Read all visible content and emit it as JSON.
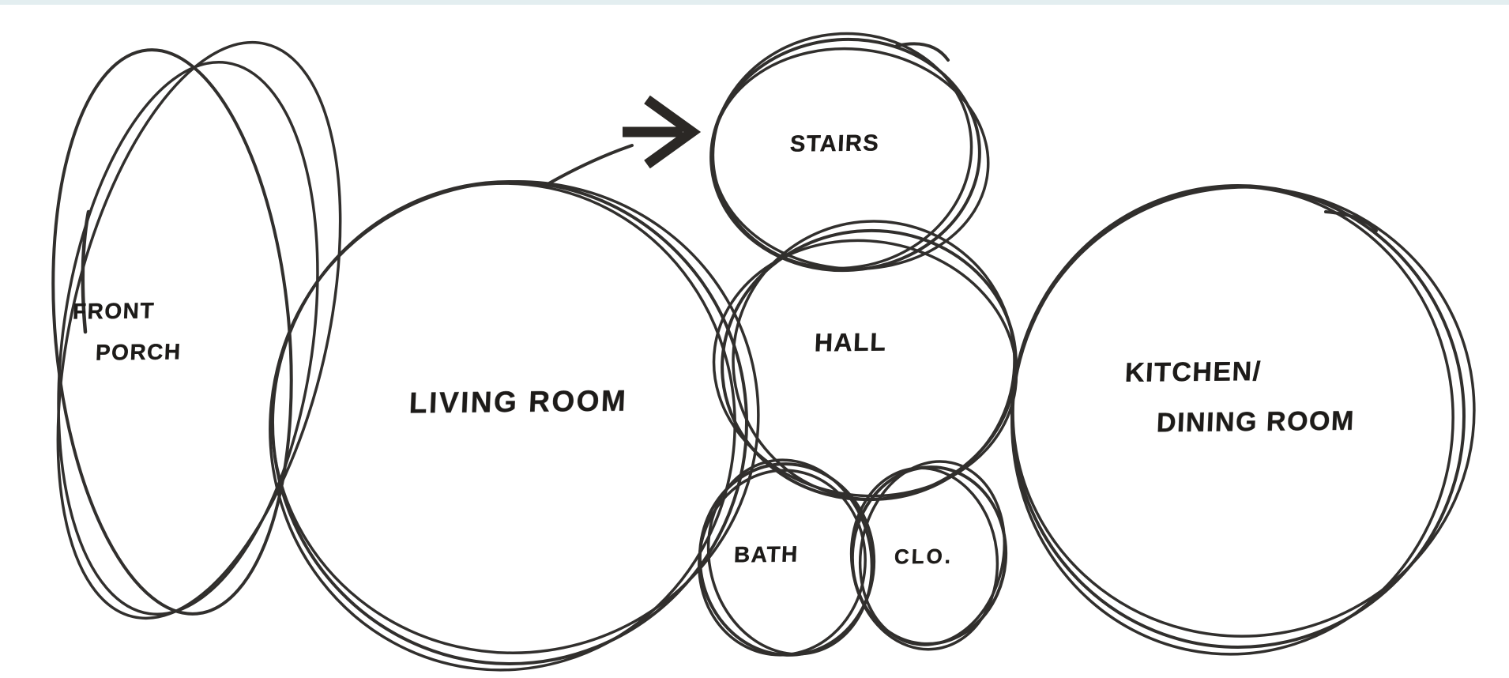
{
  "page": {
    "background": "#ffffff",
    "top_strip_color": "#e3eef0",
    "ink_color": "#1f1d1b",
    "arrow_color": "#2b2825"
  },
  "diagram": {
    "type": "bubble-diagram",
    "description": "Hand-sketched architectural space-planning bubble diagram of room adjacencies",
    "rooms": {
      "front_porch": {
        "line1": "FRONT",
        "line2": "PORCH"
      },
      "living_room": {
        "label": "LIVING ROOM"
      },
      "stairs": {
        "label": "STAIRS"
      },
      "hall": {
        "label": "HALL"
      },
      "bath": {
        "label": "BATH"
      },
      "closet": {
        "label": "CLO."
      },
      "kitchen_dining": {
        "line1": "KITCHEN/",
        "line2": "DINING ROOM"
      }
    },
    "arrow": {
      "icon": "arrow-right-icon",
      "points_to": "STAIRS"
    }
  }
}
